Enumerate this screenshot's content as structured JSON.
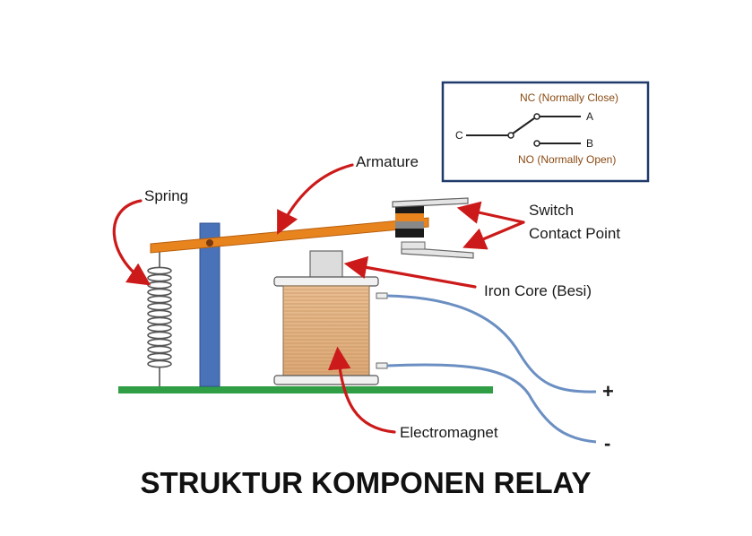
{
  "diagram": {
    "title": "STRUKTUR KOMPONEN RELAY",
    "labels": {
      "spring": "Spring",
      "armature": "Armature",
      "switch_line1": "Switch",
      "switch_line2": "Contact Point",
      "iron_core": "Iron Core (Besi)",
      "electromagnet": "Electromagnet",
      "plus": "+",
      "minus": "-"
    },
    "inset": {
      "nc_label": "NC (Normally Close)",
      "no_label": "NO (Normally Open)",
      "terminal_a": "A",
      "terminal_b": "B",
      "terminal_c": "C"
    },
    "colors": {
      "arrow": "#cc1a1a",
      "armature": "#e8841e",
      "pivot_post": "#4a72b8",
      "base": "#2f9e44",
      "wire": "#6b8fc2",
      "coil": "#e6b98c",
      "inset_border": "#1f3a6b",
      "inset_text": "#8a4a12"
    }
  }
}
